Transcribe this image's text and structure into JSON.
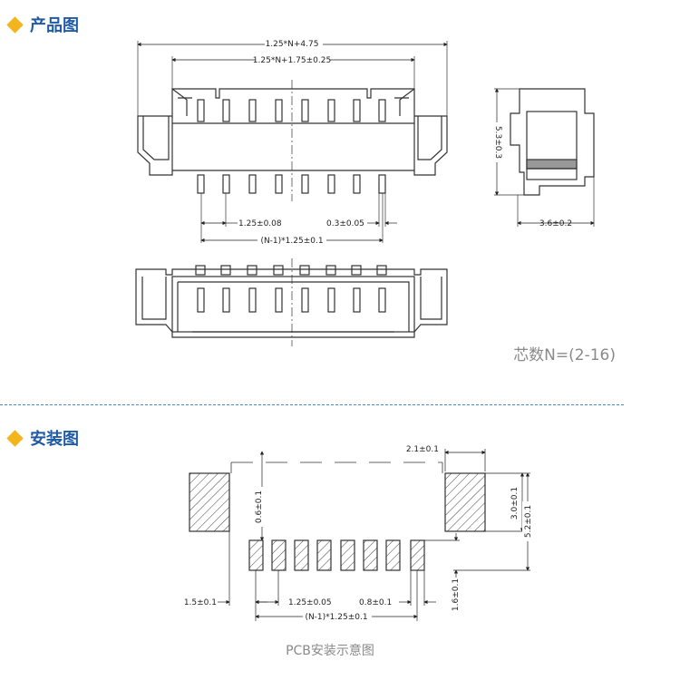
{
  "sections": {
    "product": {
      "title": "产品图"
    },
    "install": {
      "title": "安装图"
    }
  },
  "product_drawing": {
    "dim_total_width": "1.25*N+4.75",
    "dim_inner_width": "1.25*N+1.75±0.25",
    "dim_pitch": "1.25±0.08",
    "dim_pin_width": "0.3±0.05",
    "dim_pin_span": "(N-1)*1.25±0.1",
    "dim_height": "5.3±0.3",
    "dim_depth": "3.6±0.2",
    "pin_count_note": "芯数N=(2-16)"
  },
  "pcb_drawing": {
    "dim_side_pad_width": "2.1±0.1",
    "dim_pad_gap": "0.6±0.1",
    "dim_side_pad_height": "3.0±0.1",
    "dim_total_height": "5.2±0.1",
    "dim_edge_offset": "1.5±0.1",
    "dim_pitch": "1.25±0.05",
    "dim_pad_width": "0.8±0.1",
    "dim_pad_height": "1.6±0.1",
    "dim_pad_span": "(N-1)*1.25±0.1",
    "caption": "PCB安装示意图"
  }
}
